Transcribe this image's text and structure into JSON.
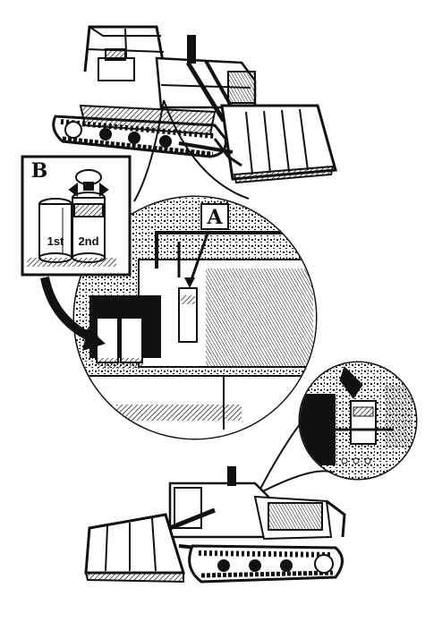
{
  "callouts": {
    "a_label": "A",
    "b_label": "B"
  },
  "filters": {
    "first_label": "1st",
    "second_label": "2nd"
  },
  "colors": {
    "ink": "#111111",
    "paper": "#ffffff"
  }
}
